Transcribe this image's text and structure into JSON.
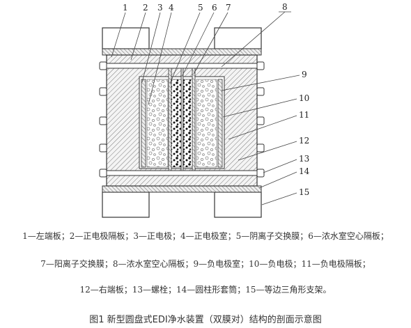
{
  "callouts": [
    "1",
    "2",
    "3",
    "4",
    "5",
    "6",
    "7",
    "8",
    "9",
    "10",
    "11",
    "12",
    "13",
    "14",
    "15"
  ],
  "legend": {
    "line1": "1—左端板；2—正电极隔板；3—正电极；4—正电极室；5—阴离子交换膜；6—浓水室空心隔板；",
    "line2": "7—阳离子交换膜；8—浓水室空心隔板；9—负电极室；10—负电极；11—负电极隔板；",
    "line3": "12—右端板；13—螺栓；14—圆柱形套筒；15—等边三角形支架。"
  },
  "caption": "图1 新型圆盘式EDI净水装置（双膜对）结构的剖面示意图"
}
